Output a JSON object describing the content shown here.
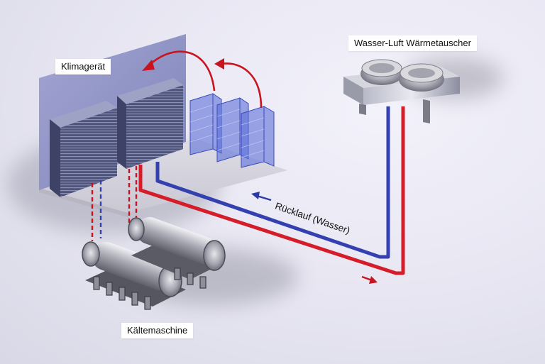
{
  "labels": {
    "air_handler": "Klimagerät",
    "heat_exchanger": "Wasser-Luft Wärmetauscher",
    "chiller": "Kältemaschine",
    "return_line": "Rücklauf (Wasser)"
  },
  "colors": {
    "supply_pipe": "#d51d2a",
    "return_pipe": "#3440b0",
    "flow_arrow": "#c8141e",
    "return_arrow": "#2c3aa8",
    "wall": "#8f93c4",
    "coil": "#5a6189",
    "rack": "#5c6fd8"
  },
  "icons": {
    "airflow_arrows": "curved-arrow-icon",
    "return_arrow": "arrow-left-icon",
    "supply_arrow": "arrow-right-icon",
    "fan": "fan-icon"
  }
}
